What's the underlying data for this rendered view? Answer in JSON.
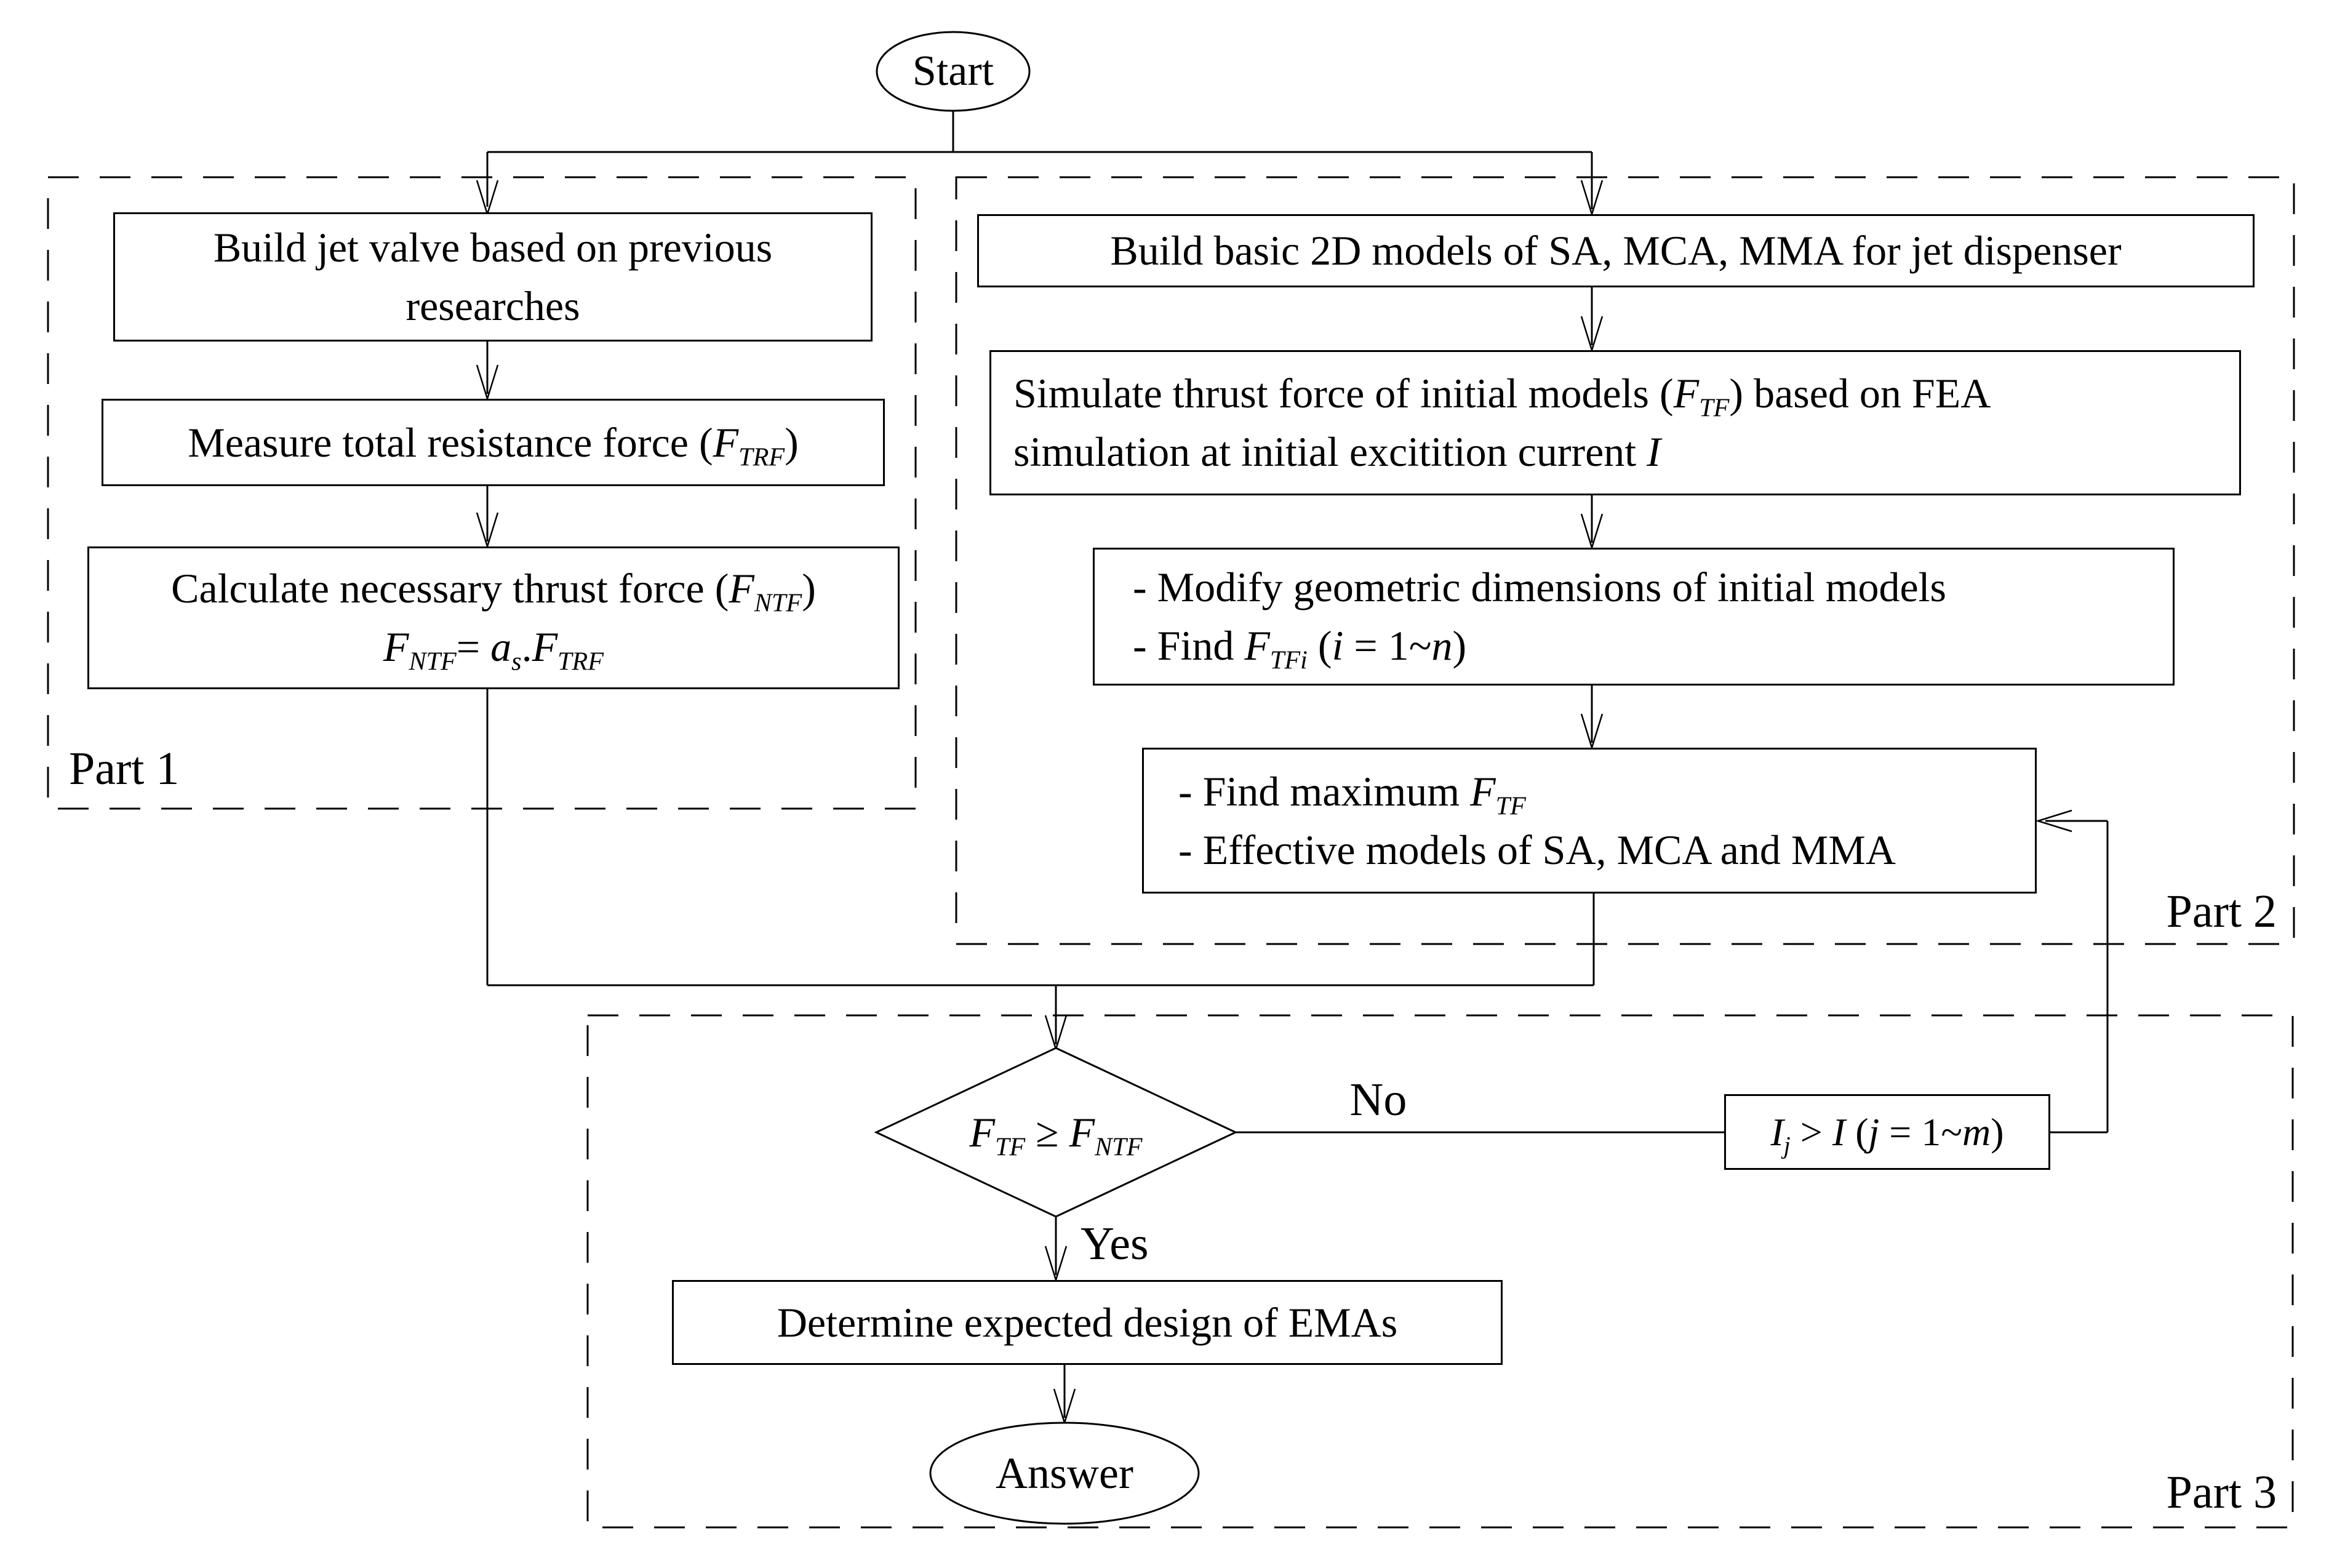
{
  "colors": {
    "ink": "#000000",
    "background": "#ffffff"
  },
  "terminators": {
    "start": "Start",
    "answer": "Answer"
  },
  "branch_labels": {
    "yes": "Yes",
    "no": "No"
  },
  "regions": {
    "part1": "Part 1",
    "part2": "Part 2",
    "part3": "Part 3"
  },
  "nodes": {
    "build_jet_valve": {
      "lines": [
        [
          {
            "t": "Build jet valve based on previous"
          }
        ],
        [
          {
            "t": "researches"
          }
        ]
      ]
    },
    "measure_force": {
      "lines": [
        [
          {
            "t": "Measure total resistance force ("
          },
          {
            "t": "F",
            "i": true
          },
          {
            "t": "TRF",
            "sub": true,
            "i": true
          },
          {
            "t": ")"
          }
        ]
      ]
    },
    "calculate_force": {
      "lines": [
        [
          {
            "t": "Calculate necessary thrust force ("
          },
          {
            "t": "F",
            "i": true
          },
          {
            "t": "NTF",
            "sub": true,
            "i": true
          },
          {
            "t": ")"
          }
        ],
        [
          {
            "t": "F",
            "i": true
          },
          {
            "t": "NTF",
            "sub": true,
            "i": true
          },
          {
            "t": "= "
          },
          {
            "t": "a",
            "i": true
          },
          {
            "t": "s",
            "sub": true,
            "i": true
          },
          {
            "t": "."
          },
          {
            "t": "F",
            "i": true
          },
          {
            "t": "TRF",
            "sub": true,
            "i": true
          }
        ]
      ]
    },
    "build_models": {
      "lines": [
        [
          {
            "t": "Build basic 2D models of SA, MCA, MMA for jet dispenser"
          }
        ]
      ]
    },
    "simulate_thrust": {
      "lines": [
        [
          {
            "t": "Simulate thrust force of initial models ("
          },
          {
            "t": "F",
            "i": true
          },
          {
            "t": "TF",
            "sub": true,
            "i": true
          },
          {
            "t": ") based on FEA"
          }
        ],
        [
          {
            "t": "simulation at initial excitition current "
          },
          {
            "t": "I",
            "i": true
          }
        ]
      ]
    },
    "modify_dimensions": {
      "lines": [
        [
          {
            "t": "- Modify geometric dimensions of initial models"
          }
        ],
        [
          {
            "t": "- Find "
          },
          {
            "t": "F",
            "i": true
          },
          {
            "t": "TFi",
            "sub": true,
            "i": true
          },
          {
            "t": " ("
          },
          {
            "t": "i",
            "i": true
          },
          {
            "t": " = 1~"
          },
          {
            "t": "n",
            "i": true
          },
          {
            "t": ")"
          }
        ]
      ]
    },
    "find_maximum": {
      "lines": [
        [
          {
            "t": "- Find maximum "
          },
          {
            "t": "F",
            "i": true
          },
          {
            "t": "TF",
            "sub": true,
            "i": true
          }
        ],
        [
          {
            "t": "- Effective models of SA, MCA and MMA"
          }
        ]
      ]
    },
    "decision": {
      "lines": [
        [
          {
            "t": "F",
            "i": true
          },
          {
            "t": "TF",
            "sub": true,
            "i": true
          },
          {
            "t": " ≥ "
          },
          {
            "t": "F",
            "i": true
          },
          {
            "t": "NTF",
            "sub": true,
            "i": true
          }
        ]
      ]
    },
    "current_condition": {
      "lines": [
        [
          {
            "t": "I",
            "i": true
          },
          {
            "t": "j",
            "sub": true,
            "i": true
          },
          {
            "t": " > "
          },
          {
            "t": "I",
            "i": true
          },
          {
            "t": " ("
          },
          {
            "t": "j",
            "i": true
          },
          {
            "t": " = 1~"
          },
          {
            "t": "m",
            "i": true
          },
          {
            "t": ")"
          }
        ]
      ]
    },
    "determine_design": {
      "lines": [
        [
          {
            "t": "Determine expected design of EMAs"
          }
        ]
      ]
    }
  }
}
